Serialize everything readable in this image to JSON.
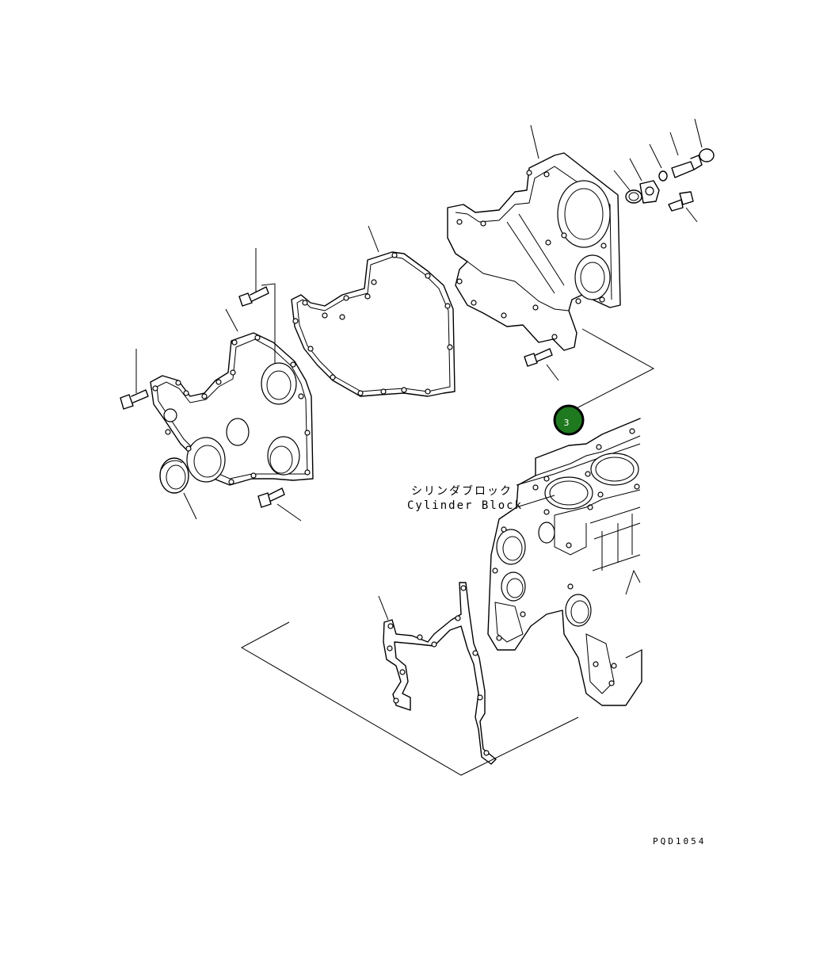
{
  "labels": {
    "cylinder_block_jp": "シリンダブロック",
    "cylinder_block_en": "Cylinder Block",
    "drawing_code": "PQD1054"
  },
  "callout": {
    "number": "3",
    "fill": "#1f7a1f",
    "ring": "#000000"
  },
  "colors": {
    "line": "#000000",
    "background": "#ffffff"
  }
}
